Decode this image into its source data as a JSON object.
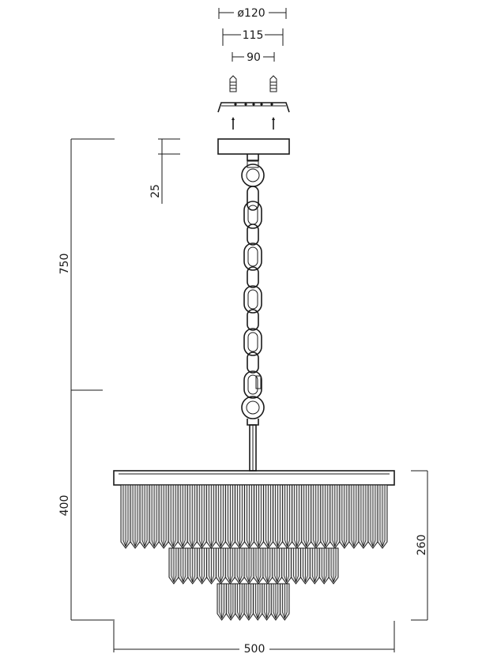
{
  "drawing": {
    "dimensions": {
      "canopy_outer_diameter": "ø120",
      "canopy_bracket_width": "115",
      "mounting_hole_spacing": "90",
      "canopy_height": "25",
      "max_height": "750",
      "min_height": "400",
      "body_height": "260",
      "body_diameter": "500"
    }
  }
}
